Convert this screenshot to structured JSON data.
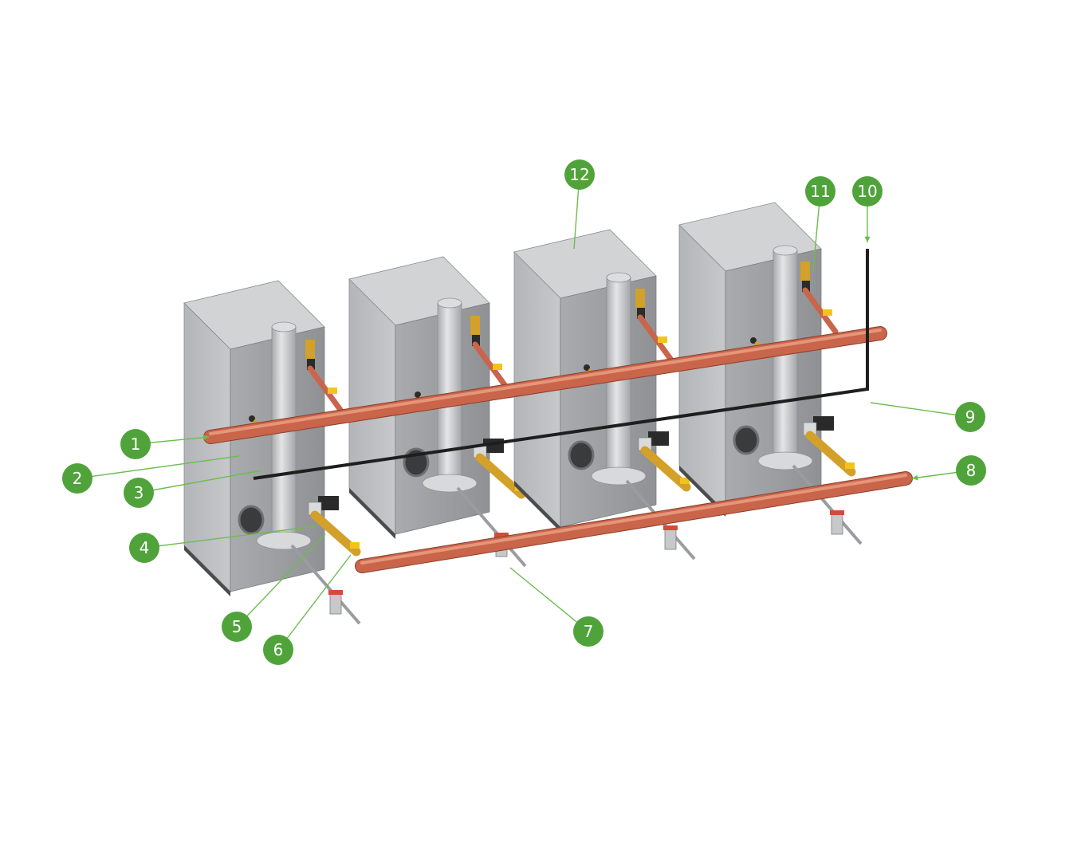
{
  "colors": {
    "callout_fill": "#4fa33a",
    "callout_line": "#6cbd4f",
    "cabinet_front": "#bcbec0",
    "cabinet_side": "#9fa1a4",
    "cabinet_top": "#d2d3d5",
    "flue_pipe": "#c9cacc",
    "copper_pipe": "#c9654a",
    "brass_fitting": "#d3a02a",
    "valve_handle": "#f2c418",
    "black_line": "#1e1e1e"
  },
  "callouts": [
    {
      "id": "1",
      "label": "1"
    },
    {
      "id": "2",
      "label": "2"
    },
    {
      "id": "3",
      "label": "3"
    },
    {
      "id": "4",
      "label": "4"
    },
    {
      "id": "5",
      "label": "5"
    },
    {
      "id": "6",
      "label": "6"
    },
    {
      "id": "7",
      "label": "7"
    },
    {
      "id": "8",
      "label": "8"
    },
    {
      "id": "9",
      "label": "9"
    },
    {
      "id": "10",
      "label": "10"
    },
    {
      "id": "11",
      "label": "11"
    },
    {
      "id": "12",
      "label": "12"
    }
  ]
}
